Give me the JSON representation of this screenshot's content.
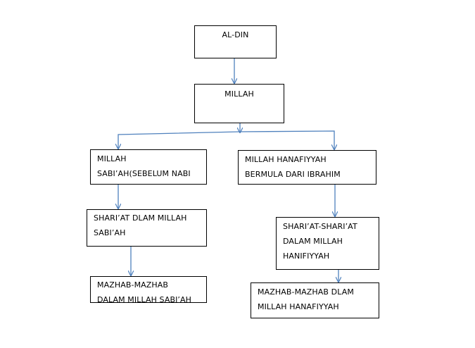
{
  "diagram": {
    "root": "AL-DIN",
    "level2": "MILLAH",
    "left_branch": {
      "title_lines": [
        "MILLAH",
        "SABI’AH(SEBELUM  NABI"
      ],
      "shariat_lines": [
        "SHARI’AT DLAM MILLAH",
        "SABI’AH"
      ],
      "mazhab_lines": [
        "MAZHAB-MAZHAB",
        "DALAM MILLAH SABI’AH"
      ]
    },
    "right_branch": {
      "title_lines": [
        "MILLAH HANAFIYYAH",
        "BERMULA DARI IBRAHIM"
      ],
      "shariat_lines": [
        "SHARI’AT-SHARI’AT",
        "DALAM MILLAH",
        "HANIFIYYAH"
      ],
      "mazhab_lines": [
        "MAZHAB-MAZHAB DLAM",
        "MILLAH HANAFIYYAH"
      ]
    },
    "connector_color": "#4f81bd"
  }
}
